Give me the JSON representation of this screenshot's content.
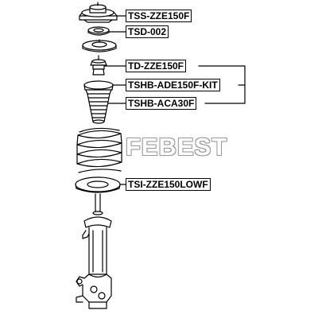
{
  "labels": {
    "top_mount": "TSS-ZZE150F",
    "bearing": "TSD-002",
    "bump_stop": "TD-ZZE150F",
    "boot_kit": "TSHB-ADE150F-KIT",
    "boot": "TSHB-ACA30F",
    "spring_insulator": "TSI-ZZE150LOWF"
  },
  "watermark": "FEBEST",
  "colors": {
    "line": "#000000",
    "background": "#ffffff",
    "watermark_outline": "#9a9a9a"
  }
}
